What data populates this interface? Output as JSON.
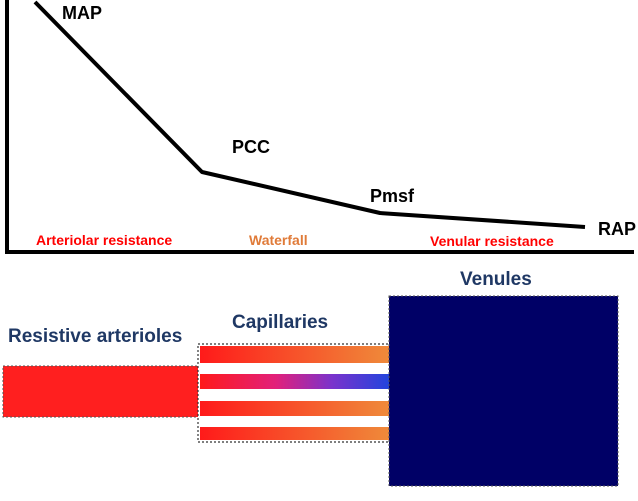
{
  "pressure_points": {
    "map": "MAP",
    "pcc": "PCC",
    "pmsf": "Pmsf",
    "rap": "RAP"
  },
  "regions": {
    "arteriolar": "Arteriolar resistance",
    "waterfall": "Waterfall",
    "venular": "Venular resistance"
  },
  "vessels": {
    "arterioles": "Resistive arterioles",
    "capillaries": "Capillaries",
    "venules": "Venules"
  },
  "colors": {
    "arteriolar": "#ff0000",
    "waterfall": "#e07b39",
    "venular": "#ff0000",
    "vessel_label": "#1f3864",
    "arteriole_fill": "#ff1f1f",
    "venule_fill": "#000066",
    "capillary_start": "#ff1a1a",
    "capillary_end": "#ef8a3a",
    "capillary_mid_end": "#2244dd"
  }
}
